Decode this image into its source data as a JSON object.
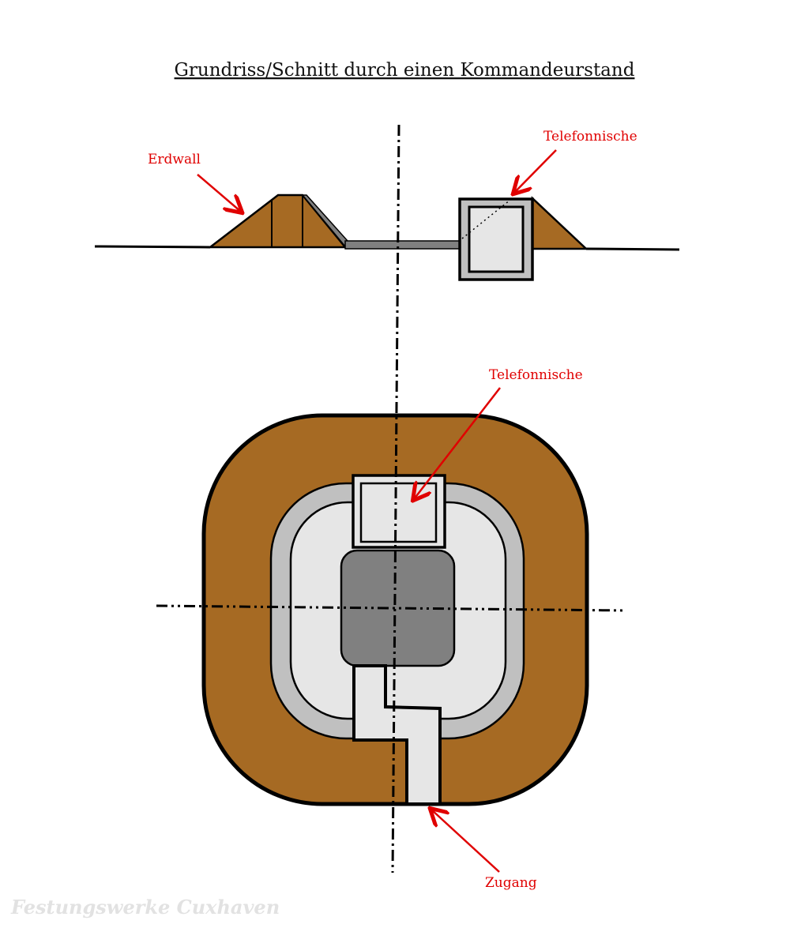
{
  "title": "Grundriss/Schnitt durch einen Kommandeurstand",
  "labels": {
    "erdwall": "Erdwall",
    "telefonnische_section": "Telefonnische",
    "telefonnische_plan": "Telefonnische",
    "zugang": "Zugang"
  },
  "watermark": "Festungswerke Cuxhaven",
  "colors": {
    "earth": "#a66a23",
    "concrete": "#c0c0c0",
    "interior": "#e6e6e6",
    "core": "#808080",
    "annotation": "#e00000"
  }
}
